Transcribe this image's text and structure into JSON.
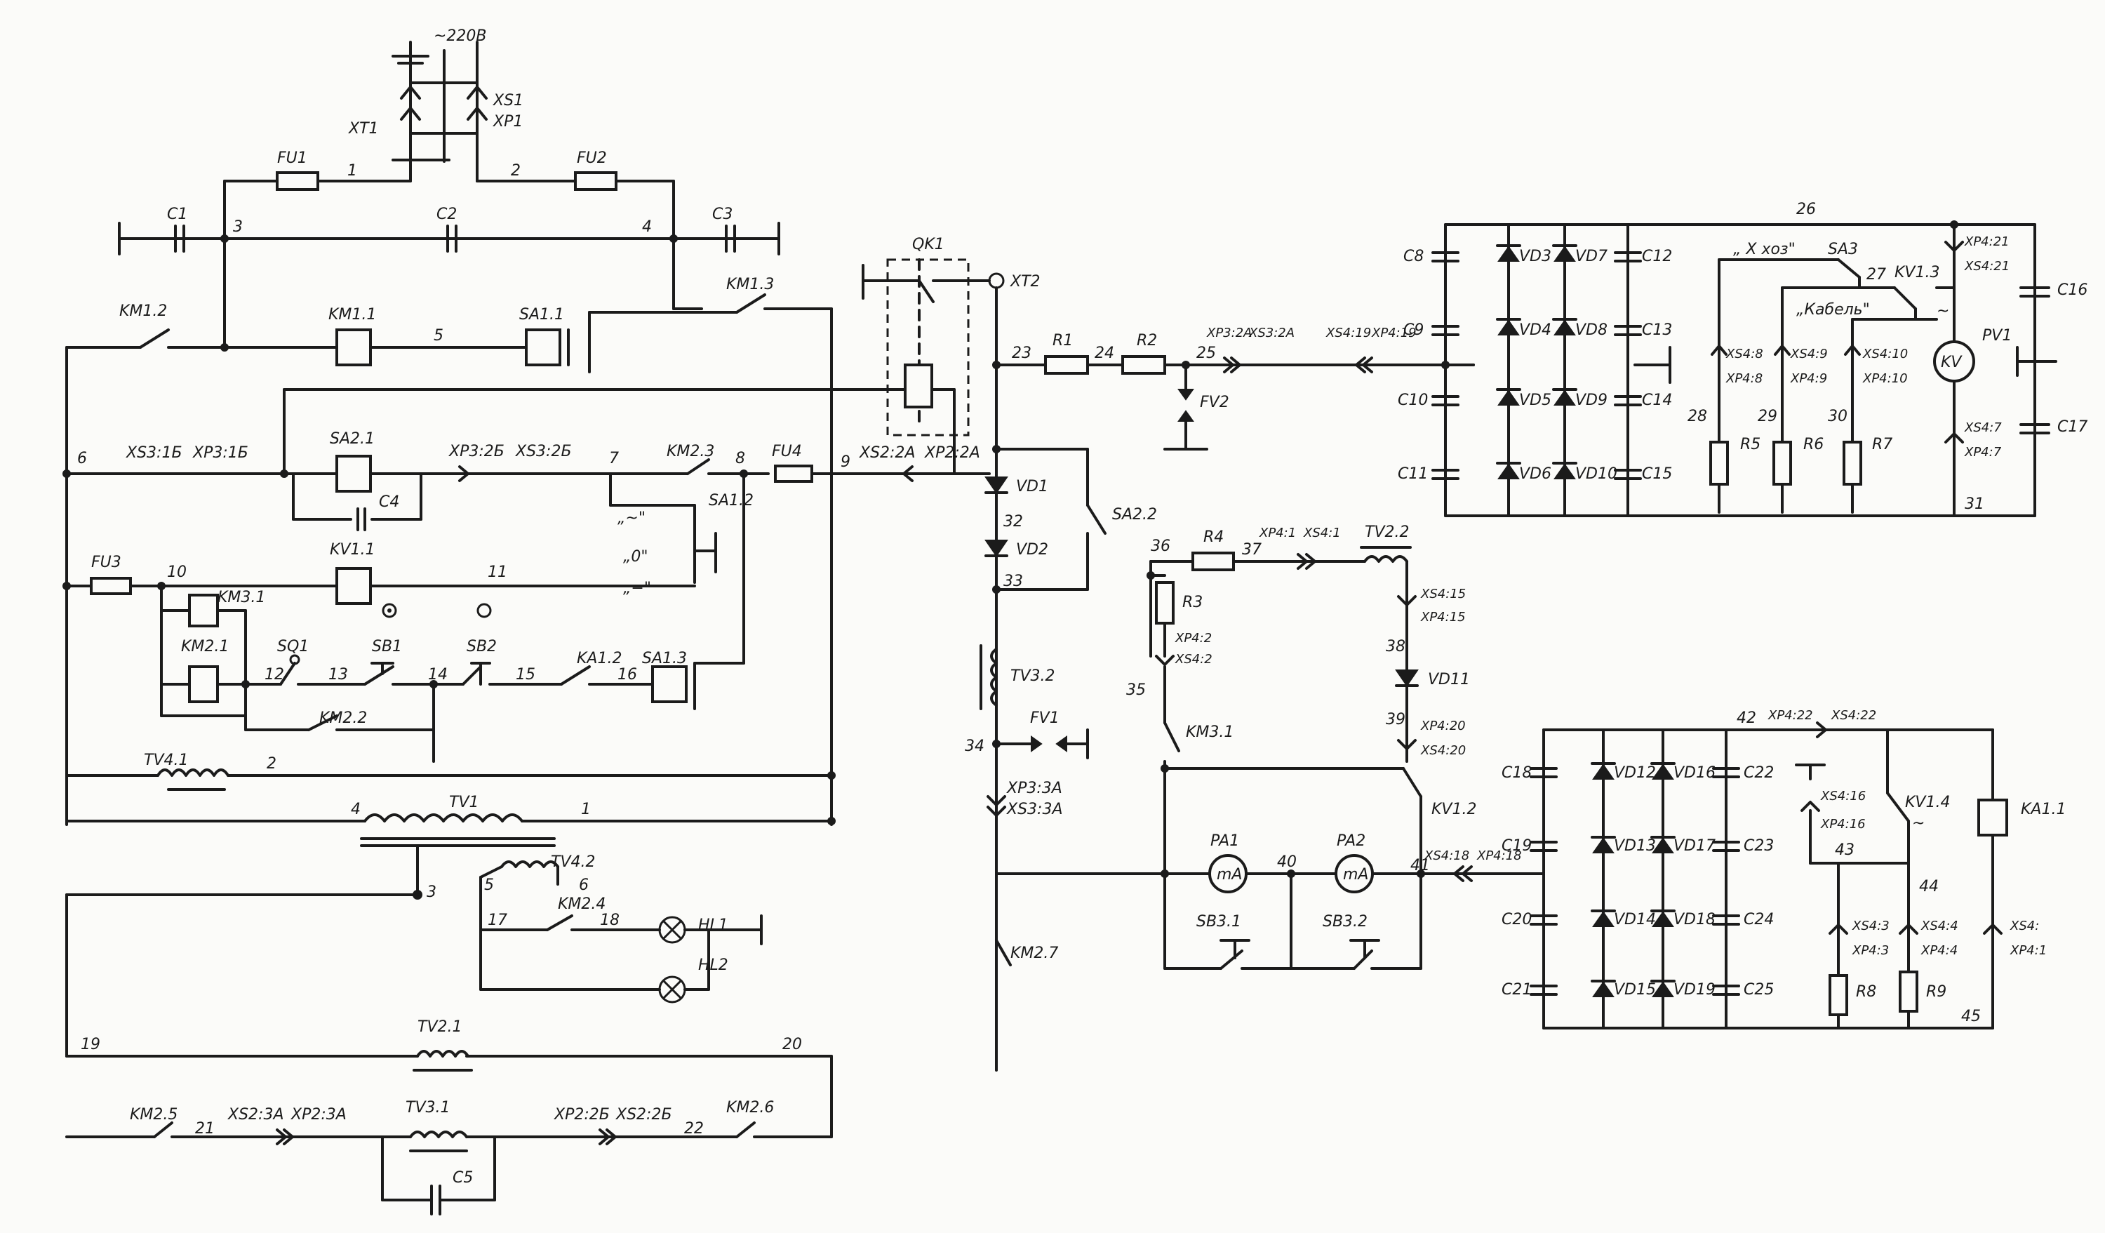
{
  "labels": {
    "supply": "~220В",
    "xt1": "XT1",
    "xs1": "XS1",
    "xp1": "XP1",
    "fu1": "FU1",
    "fu2": "FU2",
    "fu3": "FU3",
    "fu4": "FU4",
    "c1": "C1",
    "c2": "C2",
    "c3": "C3",
    "c4": "C4",
    "c5": "C5",
    "km1_1": "KM1.1",
    "km1_2": "KM1.2",
    "km1_3": "KM1.3",
    "km2_1": "KM2.1",
    "km2_2": "KM2.2",
    "km2_3": "KM2.3",
    "km2_4": "KM2.4",
    "km2_5": "KM2.5",
    "km2_6": "KM2.6",
    "km2_7": "KM2.7",
    "km3_1": "KM3.1",
    "km3_1b": "KM3.1",
    "sa1_1": "SA1.1",
    "sa1_2": "SA1.2",
    "sa1_3": "SA1.3",
    "sa2_1": "SA2.1",
    "sa2_2": "SA2.2",
    "sa3": "SA3",
    "kv1_1": "KV1.1",
    "kv1_2": "KV1.2",
    "kv1_3": "KV1.3",
    "kv1_4": "KV1.4",
    "ka1_1": "KA1.1",
    "ka1_2": "KA1.2",
    "sq1": "SQ1",
    "sb1": "SB1",
    "sb2": "SB2",
    "sb3_1": "SB3.1",
    "sb3_2": "SB3.2",
    "tv1": "TV1",
    "tv2_1": "TV2.1",
    "tv2_2": "TV2.2",
    "tv3_1": "TV3.1",
    "tv3_2": "TV3.2",
    "tv4_1": "TV4.1",
    "tv4_2": "TV4.2",
    "hl1": "HL1",
    "hl2": "HL2",
    "qk1": "QK1",
    "xt2": "XT2",
    "fv1": "FV1",
    "fv2": "FV2",
    "r1": "R1",
    "r2": "R2",
    "r3": "R3",
    "r4": "R4",
    "r5": "R5",
    "r6": "R6",
    "r7": "R7",
    "r8": "R8",
    "r9": "R9",
    "vd1": "VD1",
    "vd2": "VD2",
    "vd11": "VD11",
    "pa1": "PA1",
    "pa2": "PA2",
    "pv1": "PV1",
    "ma": "mA",
    "kv": "KV",
    "xs3_1b": "XS3:1Б",
    "xp3_1b": "XP3:1Б",
    "xp3_2b": "XP3:2Б",
    "xs3_2b": "XS3:2Б",
    "xs2_2a": "XS2:2А",
    "xp2_2a": "XP2:2А",
    "xp3_2a": "XP3:2А",
    "xs3_2a": "XS3:2А",
    "xs4_19": "XS4:19",
    "xp4_19": "XP4:19",
    "xp3_3a": "XP3:3А",
    "xs3_3a": "XS3:3А",
    "xs2_3a": "XS2:3А",
    "xp2_3a": "XP2:3А",
    "xp2_2b": "XP2:2Б",
    "xs2_2b": "XS2:2Б",
    "xp4_1": "XP4:1",
    "xs4_1": "XS4:1",
    "xp4_2": "XP4:2",
    "xs4_2": "XS4:2",
    "xs4_15": "XS4:15",
    "xp4_15": "XP4:15",
    "xp4_20": "XP4:20",
    "xs4_20": "XS4:20",
    "xs4_18": "XS4:18",
    "xp4_18": "XP4:18",
    "xp4_22": "XP4:22",
    "xs4_22": "XS4:22",
    "xs4_16": "XS4:16",
    "xp4_16": "XP4:16",
    "xs4_3": "XS4:3",
    "xp4_3": "XP4:3",
    "xs4_4": "XS4:4",
    "xp4_4": "XP4:4",
    "xs4_last": "XS4:",
    "xp4_last": "XP4:1",
    "xp4_21": "XP4:21",
    "xs4_21": "XS4:21",
    "xs4_8": "XS4:8",
    "xp4_8": "XP4:8",
    "xs4_9": "XS4:9",
    "xp4_9": "XP4:9",
    "xs4_10": "XS4:10",
    "xp4_10": "XP4:10",
    "xs4_7": "XS4:7",
    "xp4_7": "XP4:7",
    "mode_xx": "„ Х хоз\"",
    "mode_cable": "„Кабель\"",
    "tilde": "~",
    "pos0": "„0\"",
    "pos_minus": "„−\"",
    "pos_tilde": "„~\"",
    "c_right1": "C16",
    "c_right2": "C17"
  },
  "nodes": [
    "1",
    "2",
    "3",
    "4",
    "5",
    "6",
    "7",
    "8",
    "9",
    "10",
    "11",
    "12",
    "13",
    "14",
    "15",
    "16",
    "17",
    "18",
    "19",
    "20",
    "21",
    "22",
    "23",
    "24",
    "25",
    "26",
    "27",
    "28",
    "29",
    "30",
    "31",
    "32",
    "33",
    "34",
    "35",
    "36",
    "37",
    "38",
    "39",
    "40",
    "41",
    "42",
    "43",
    "44",
    "45"
  ],
  "rect_caps": [
    "C8",
    "C9",
    "C10",
    "C11",
    "C12",
    "C13",
    "C14",
    "C15"
  ],
  "rect_diodes": [
    "VD3",
    "VD4",
    "VD5",
    "VD6",
    "VD7",
    "VD8",
    "VD9",
    "VD10"
  ],
  "low_caps": [
    "C18",
    "C19",
    "C20",
    "C21",
    "C22",
    "C23",
    "C24",
    "C25"
  ],
  "low_diodes": [
    "VD12",
    "VD13",
    "VD14",
    "VD15",
    "VD16",
    "VD17",
    "VD18",
    "VD19"
  ]
}
